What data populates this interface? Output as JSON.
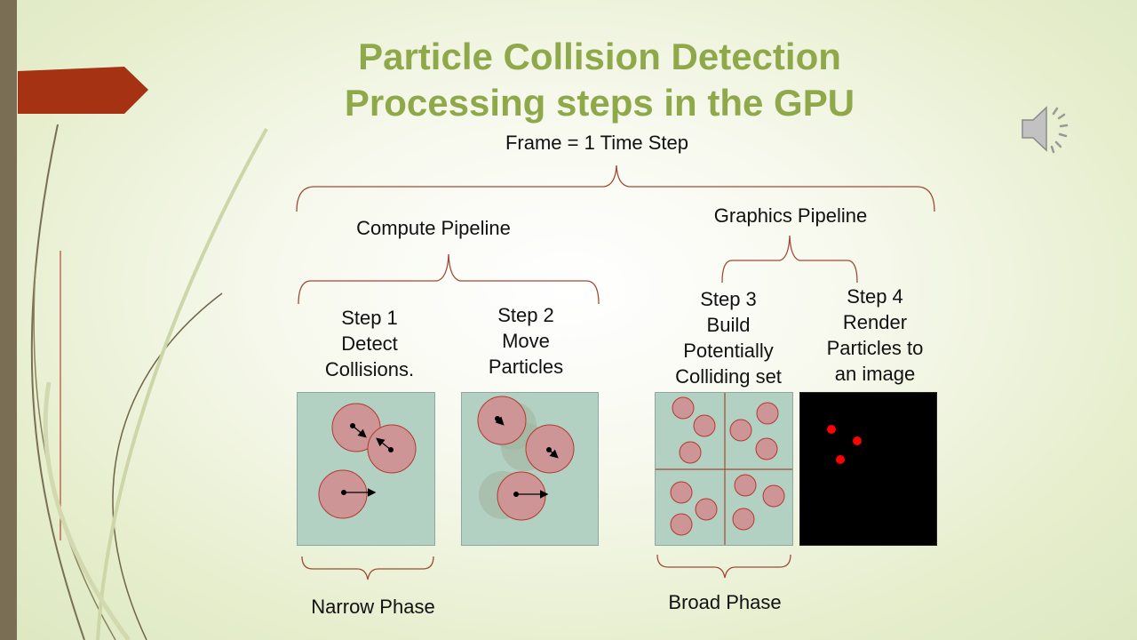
{
  "slide": {
    "title_line1": "Particle Collision Detection",
    "title_line2": "Processing steps in the GPU",
    "frame_label": "Frame = 1 Time Step",
    "compute_pipeline_label": "Compute Pipeline",
    "graphics_pipeline_label": "Graphics Pipeline",
    "steps": [
      {
        "line1": "Step 1",
        "line2": "Detect",
        "line3": "Collisions."
      },
      {
        "line1": "Step 2",
        "line2": "Move",
        "line3": "Particles"
      },
      {
        "line1": "Step 3",
        "line2": "Build",
        "line3": "Potentially",
        "line4": "Colliding set"
      },
      {
        "line1": "Step 4",
        "line2": "Render",
        "line3": "Particles  to",
        "line4": "an image"
      }
    ],
    "narrow_phase_label": "Narrow Phase",
    "broad_phase_label": "Broad Phase"
  },
  "colors": {
    "title": "#8fa84a",
    "accent_arrow": "#a63214",
    "bracket": "#a04a36",
    "panel_green": "#b3d1c3",
    "particle_fill": "#cd9596",
    "render_dot": "#ff0000"
  },
  "icons": {
    "audio": "speaker-icon"
  }
}
